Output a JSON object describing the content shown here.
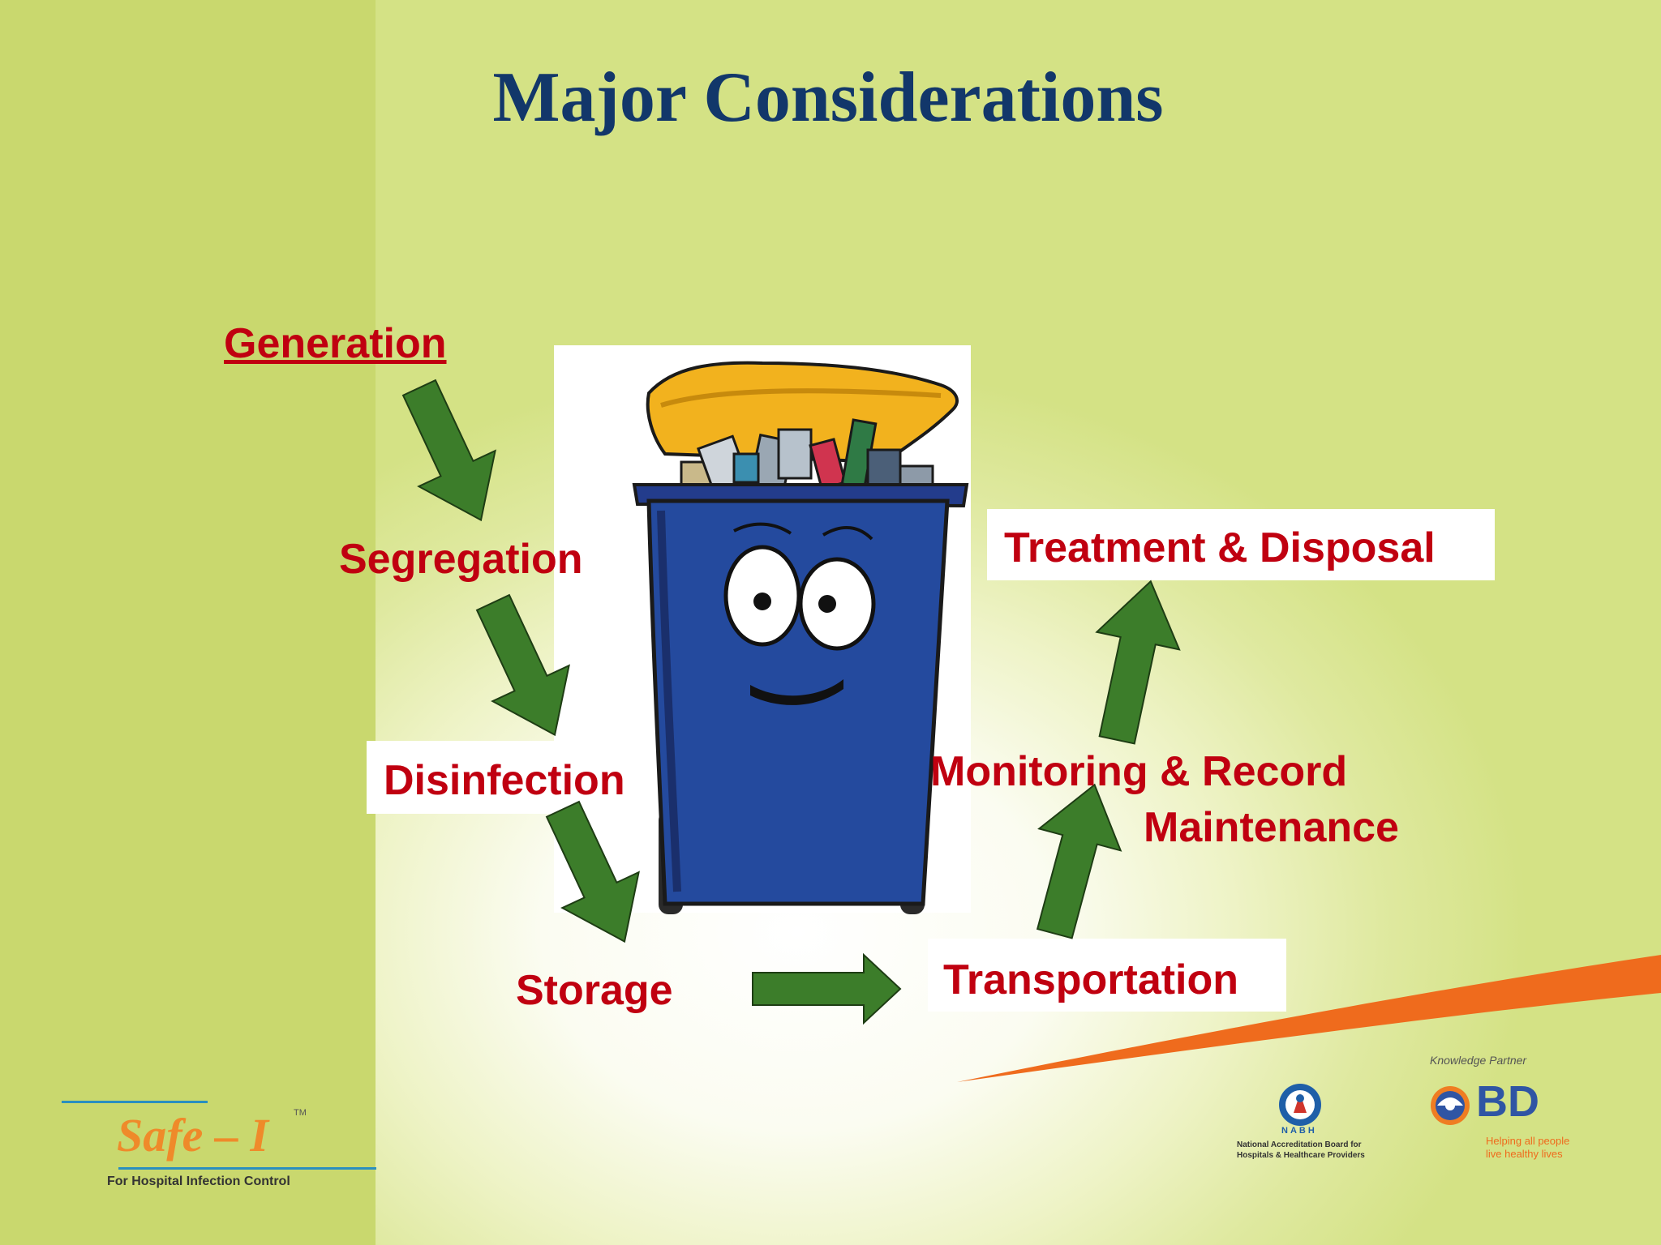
{
  "slide": {
    "title": "Major Considerations",
    "colors": {
      "title": "#12376a",
      "label": "#c00010",
      "arrow": "#3c7d2a",
      "left_band": "#c9d86e",
      "orange_swoosh": "#ef6b1d"
    }
  },
  "diagram": {
    "nodes": {
      "generation": "Generation",
      "segregation": "Segregation",
      "disinfection": "Disinfection",
      "storage": "Storage",
      "transportation": "Transportation",
      "monitoring_line1": "Monitoring & Record",
      "monitoring_line2": "Maintenance",
      "treatment": "Treatment & Disposal"
    },
    "flow": [
      [
        "Generation",
        "Segregation"
      ],
      [
        "Segregation",
        "Disinfection"
      ],
      [
        "Disinfection",
        "Storage"
      ],
      [
        "Storage",
        "Transportation"
      ],
      [
        "Transportation",
        "Monitoring & Record Maintenance"
      ],
      [
        "Monitoring & Record Maintenance",
        "Treatment & Disposal"
      ]
    ],
    "illustration": "cartoon-blue-waste-bin"
  },
  "footer": {
    "safe_i_logo": "Safe – I",
    "safe_i_tm": "TM",
    "safe_i_tagline": "For Hospital Infection Control",
    "nabh_letters": "NABH",
    "nabh_caption_line1": "National Accreditation Board for",
    "nabh_caption_line2": "Hospitals & Healthcare Providers",
    "knowledge_partner": "Knowledge Partner",
    "bd_logo": "BD",
    "bd_tagline_line1": "Helping all people",
    "bd_tagline_line2": "live healthy lives"
  }
}
